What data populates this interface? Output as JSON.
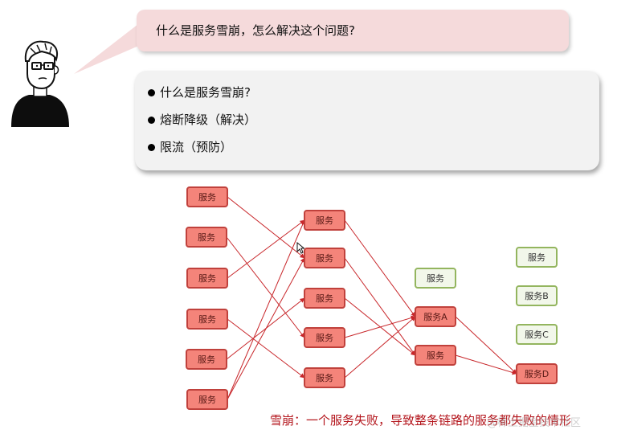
{
  "question": "什么是服务雪崩，怎么解决这个问题?",
  "agenda": {
    "items": [
      "什么是服务雪崩?",
      "熔断降级（解决）",
      "限流（预防）"
    ]
  },
  "diagram": {
    "service_label": "服务",
    "nodes": [
      {
        "id": "c1r1",
        "label": "服务",
        "state": "failed"
      },
      {
        "id": "c1r2",
        "label": "服务",
        "state": "failed"
      },
      {
        "id": "c1r3",
        "label": "服务",
        "state": "failed"
      },
      {
        "id": "c1r4",
        "label": "服务",
        "state": "failed"
      },
      {
        "id": "c1r5",
        "label": "服务",
        "state": "failed"
      },
      {
        "id": "c1r6",
        "label": "服务",
        "state": "failed"
      },
      {
        "id": "c2r1",
        "label": "服务",
        "state": "failed"
      },
      {
        "id": "c2r2",
        "label": "服务",
        "state": "failed"
      },
      {
        "id": "c2r3",
        "label": "服务",
        "state": "failed"
      },
      {
        "id": "c2r4",
        "label": "服务",
        "state": "failed"
      },
      {
        "id": "c2r5",
        "label": "服务",
        "state": "failed"
      },
      {
        "id": "c3top",
        "label": "服务",
        "state": "healthy"
      },
      {
        "id": "svcA",
        "label": "服务A",
        "state": "failed"
      },
      {
        "id": "c3bot",
        "label": "服务",
        "state": "failed"
      },
      {
        "id": "c4s1",
        "label": "服务",
        "state": "healthy"
      },
      {
        "id": "svcB",
        "label": "服务B",
        "state": "healthy"
      },
      {
        "id": "svcC",
        "label": "服务C",
        "state": "healthy"
      },
      {
        "id": "svcD",
        "label": "服务D",
        "state": "failed"
      }
    ],
    "edges": [
      [
        "c1r1",
        "c2r2"
      ],
      [
        "c1r2",
        "c2r4"
      ],
      [
        "c1r3",
        "c2r1"
      ],
      [
        "c1r4",
        "c2r5"
      ],
      [
        "c1r5",
        "c2r3"
      ],
      [
        "c1r6",
        "c2r2"
      ],
      [
        "c1r6",
        "c2r1"
      ],
      [
        "c2r1",
        "svcA"
      ],
      [
        "c2r2",
        "c3bot"
      ],
      [
        "c2r3",
        "c3bot"
      ],
      [
        "c2r4",
        "svcA"
      ],
      [
        "c2r5",
        "svcA"
      ],
      [
        "svcA",
        "svcD"
      ],
      [
        "c3bot",
        "svcD"
      ]
    ]
  },
  "caption": "雪崩：一个服务失败，导致整条链路的服务都失败的情形",
  "watermark": "@稀土掘金技术社区",
  "colors": {
    "failed_fill": "#f4847a",
    "failed_border": "#c0413c",
    "failed_text": "#5a1a16",
    "healthy_fill": "#f2f7ea",
    "healthy_border": "#93b55e",
    "healthy_text": "#333333",
    "edge": "#c8262a",
    "caption": "#b3141b"
  },
  "icons": [
    "presenter-avatar",
    "mouse-cursor-icon"
  ]
}
